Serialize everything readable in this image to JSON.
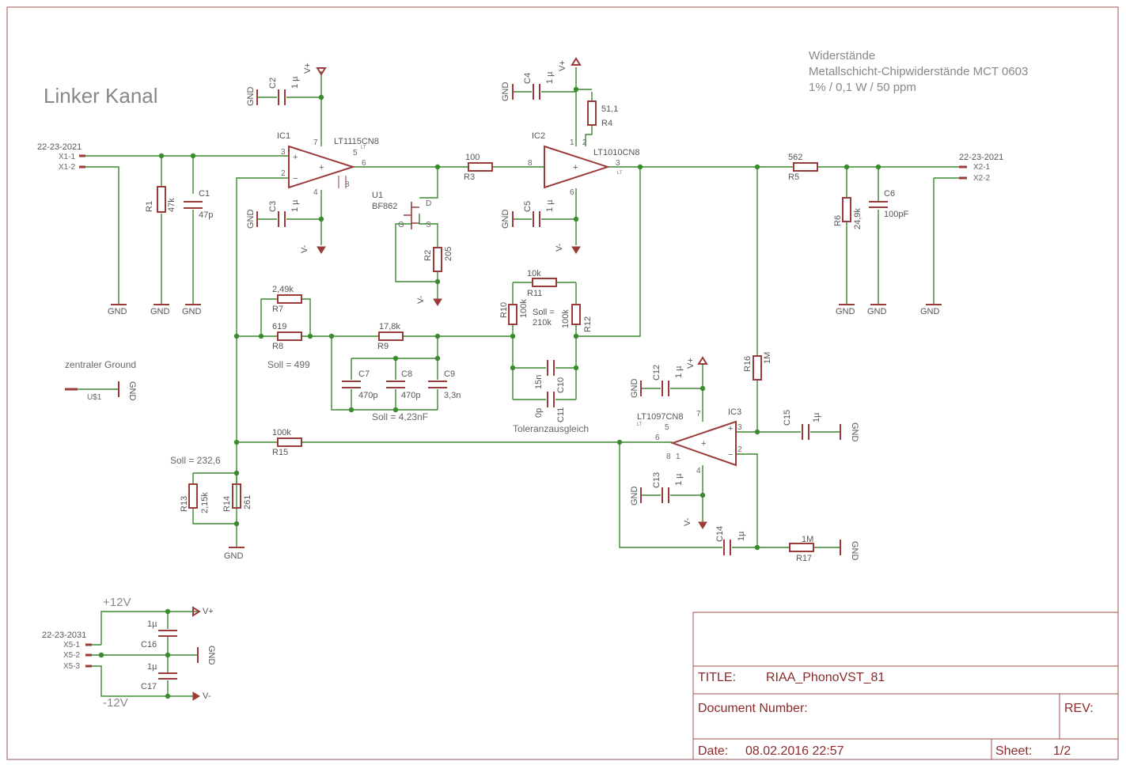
{
  "header": {
    "title": "Linker Kanal",
    "resistor_note": [
      "Widerstände",
      "Metallschicht-Chipwiderstände MCT 0603",
      "1% / 0,1 W / 50 ppm"
    ]
  },
  "connectors": {
    "in_part": "22-23-2021",
    "in_pins": [
      "X1-1",
      "X1-2"
    ],
    "out_part": "22-23-2021",
    "out_pins": [
      "X2-1",
      "X2-2"
    ],
    "pwr_part": "22-23-2031",
    "pwr_pins": [
      "X5-1",
      "X5-2",
      "X5-3"
    ]
  },
  "supply": {
    "plus": "+12V",
    "minus": "-12V",
    "vplus": "V+",
    "vminus": "V-",
    "gnd": "GND",
    "central_ground": "zentraler Ground",
    "u1_tag": "U$1"
  },
  "ics": {
    "ic1_name": "IC1",
    "ic1_value": "LT1115CN8",
    "ic2_name": "IC2",
    "ic2_value": "LT1010CN8",
    "ic3_name": "IC3",
    "ic3_value": "LT1097CN8",
    "u1_name": "U1",
    "u1_value": "BF862",
    "pins": {
      "ic1": [
        "3",
        "2",
        "7",
        "4",
        "5",
        "6",
        "8"
      ],
      "ic2": [
        "8",
        "1",
        "2",
        "6",
        "3"
      ],
      "ic3": [
        "3",
        "2",
        "6",
        "5",
        "7",
        "4",
        "1",
        "8"
      ],
      "u1": [
        "D",
        "G",
        "S"
      ]
    }
  },
  "resistors": [
    {
      "name": "R1",
      "value": "47k"
    },
    {
      "name": "R2",
      "value": "205"
    },
    {
      "name": "R3",
      "value": "100"
    },
    {
      "name": "R4",
      "value": "51,1"
    },
    {
      "name": "R5",
      "value": "562"
    },
    {
      "name": "R6",
      "value": "24,9k"
    },
    {
      "name": "R7",
      "value": "2,49k"
    },
    {
      "name": "R8",
      "value": "619"
    },
    {
      "name": "R9",
      "value": "17,8k"
    },
    {
      "name": "R10",
      "value": "100k"
    },
    {
      "name": "R11",
      "value": "10k"
    },
    {
      "name": "R12",
      "value": "100k"
    },
    {
      "name": "R13",
      "value": "2,15k"
    },
    {
      "name": "R14",
      "value": "261"
    },
    {
      "name": "R15",
      "value": "100k"
    },
    {
      "name": "R16",
      "value": "1M"
    },
    {
      "name": "R17",
      "value": "1M"
    }
  ],
  "capacitors": [
    {
      "name": "C1",
      "value": "47p"
    },
    {
      "name": "C2",
      "value": "1 µ"
    },
    {
      "name": "C3",
      "value": "1 µ"
    },
    {
      "name": "C4",
      "value": "1 µ"
    },
    {
      "name": "C5",
      "value": "1 µ"
    },
    {
      "name": "C6",
      "value": "100pF"
    },
    {
      "name": "C7",
      "value": "470p"
    },
    {
      "name": "C8",
      "value": "470p"
    },
    {
      "name": "C9",
      "value": "3,3n"
    },
    {
      "name": "C10",
      "value": "15n"
    },
    {
      "name": "C11",
      "value": "0p"
    },
    {
      "name": "C12",
      "value": "1 µ"
    },
    {
      "name": "C13",
      "value": "1 µ"
    },
    {
      "name": "C14",
      "value": "1µ"
    },
    {
      "name": "C15",
      "value": "1µ"
    },
    {
      "name": "C16",
      "value": "1µ"
    },
    {
      "name": "C17",
      "value": "1µ"
    }
  ],
  "notes": {
    "soll_499": "Soll = 499",
    "soll_423": "Soll = 4,23nF",
    "soll_210": [
      "Soll =",
      "210k"
    ],
    "soll_2326": "Soll = 232,6",
    "toleranz": "Toleranzausgleich"
  },
  "title_block": {
    "title_label": "TITLE:",
    "title_value": "RIAA_PhonoVST_81",
    "docnum_label": "Document Number:",
    "rev_label": "REV:",
    "date_label": "Date:",
    "date_value": "08.02.2016 22:57",
    "sheet_label": "Sheet:",
    "sheet_value": "1/2"
  }
}
